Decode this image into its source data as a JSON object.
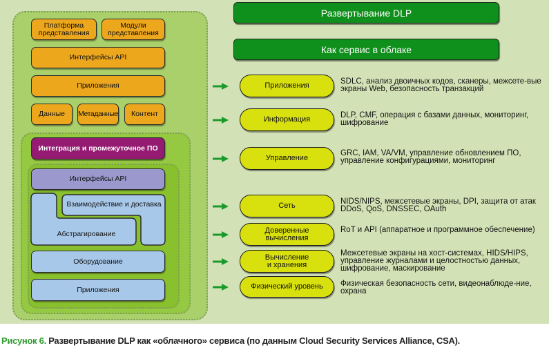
{
  "diagram": {
    "left_stack": {
      "top_group": {
        "presentation_platform": "Платформа представления",
        "presentation_modules": "Модули представления",
        "api_interfaces": "Интерфейсы API",
        "applications": "Приложения",
        "data": "Данные",
        "metadata": "Метаданные",
        "content": "Контент"
      },
      "middle_group": {
        "integration_middleware": "Интеграция и промежуточное ПО"
      },
      "inner_group": {
        "api_interfaces": "Интерфейсы API",
        "interaction_delivery": "Взаимодействие и доставка",
        "abstraction": "Абстрагирование",
        "hardware": "Оборудование",
        "applications": "Приложения"
      }
    },
    "headers": {
      "deployment": "Развертывание DLP",
      "as_service": "Как сервис в облаке"
    },
    "layers": [
      {
        "label": "Приложения",
        "description": "SDLC, анализ двоичных кодов, сканеры, межсете-вые экраны Web, безопасность транзакций"
      },
      {
        "label": "Информация",
        "description": "DLP, CMF, операция с базами данных, мониторинг, шифрование"
      },
      {
        "label": "Управление",
        "description": "GRC, IAM, VA/VM, управление обновлением ПО, управление конфигурациями, мониторинг"
      },
      {
        "label": "Сеть",
        "description": "NIDS/NIPS, межсетевые экраны, DPI, защита от атак DDoS, QoS, DNSSEC, OAuth"
      },
      {
        "label": "Доверенные вычисления",
        "description": "RoT и API (аппаратное и программное обеспечение)"
      },
      {
        "label": "Вычисление и хранения",
        "description": "Межсетевые экраны на хост-системах, HIDS/HIPS, управление журналами и целостностью данных, шифрование, маскирование"
      },
      {
        "label": "Физический уровень",
        "description": "Физическая безопасность сети, видеонаблюде-ние, охрана"
      }
    ],
    "arrow_icon": "right-arrow-icon",
    "colors": {
      "background": "#d3e2b6",
      "orange": "#eda71c",
      "purple": "#951a72",
      "lavender": "#9a98cc",
      "light_blue": "#a8c8ea",
      "header_green": "#0f8f1b",
      "pill_yellow": "#d8e00e",
      "arrow_green": "#1a9a2a",
      "caption_accent": "#2f9b2f"
    }
  },
  "caption": {
    "figure_label": "Рисунок 6.",
    "text": " Развертывание DLP как «облачного» сервиса (по данным Cloud Security Services Alliance, CSA)."
  }
}
